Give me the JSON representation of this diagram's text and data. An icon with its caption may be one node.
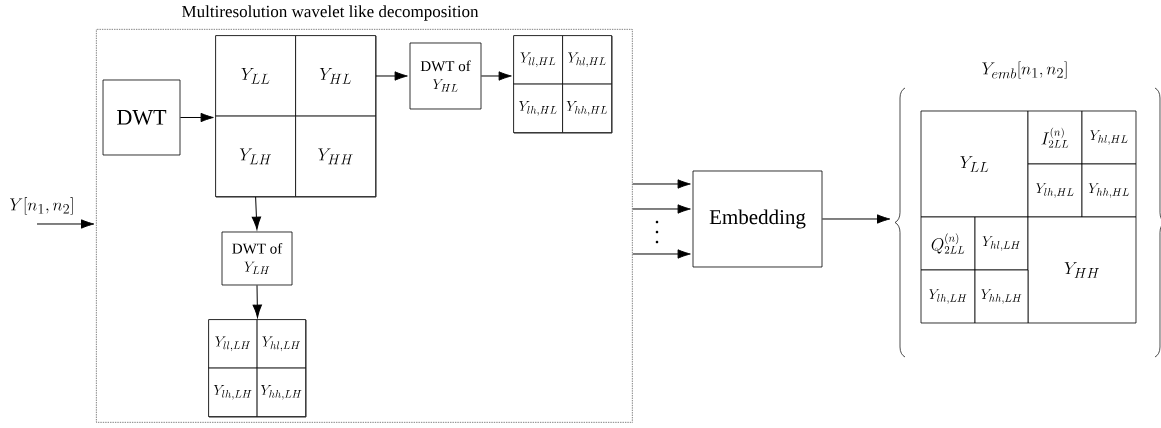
{
  "diagram": {
    "nodes": [
      {
        "text": [
          "Y[n_1,n_2]"
        ]
      },
      {
        "text": [
          "Multiresolution wavelet like decomposition"
        ]
      },
      {
        "text": [
          "DWT"
        ],
        "in": 1
      },
      {
        "text": [],
        "shape": "box",
        "in": 1
      },
      {
        "text": [
          "Y_{LL}"
        ],
        "in": 3
      },
      {
        "text": [
          "Y_{HL}"
        ],
        "in": 3
      },
      {
        "text": [
          "Y_{LH}"
        ],
        "in": 3
      },
      {
        "text": [
          "Y_{HH}"
        ],
        "in": 3
      },
      {
        "text": [
          "DWT of",
          "Y_{HL}"
        ],
        "in": 1
      },
      {
        "text": [],
        "shape": "box",
        "in": 1
      },
      {
        "text": [
          "Y_{ll,HL}"
        ],
        "in": 9
      },
      {
        "text": [
          "Y_{hl,HL}"
        ],
        "in": 9
      },
      {
        "text": [
          "Y_{lh,HL}"
        ],
        "in": 9
      },
      {
        "text": [
          "Y_{hh,HL}"
        ],
        "in": 9
      },
      {
        "text": [
          "DWT of",
          "Y_{LH}"
        ],
        "in": 1
      },
      {
        "text": [],
        "shape": "box",
        "in": 1
      },
      {
        "text": [
          "Y_{ll,LH}"
        ],
        "in": 15
      },
      {
        "text": [
          "Y_{hl,LH}"
        ],
        "in": 15
      },
      {
        "text": [
          "Y_{lh,LH}"
        ],
        "in": 15
      },
      {
        "text": [
          "Y_{hh,LH}"
        ],
        "in": 15
      },
      {
        "text": [
          "Embedding"
        ]
      },
      {
        "text": [
          "Y_{emb}[n_1,n_2]"
        ]
      },
      {
        "text": [
          "Y_{LL}"
        ],
        "in": 21
      },
      {
        "text": [
          "I_{2LL}^{(n)}"
        ],
        "in": 21
      },
      {
        "text": [
          "Y_{hl,HL}"
        ],
        "in": 21
      },
      {
        "text": [
          "Y_{lh,HL}"
        ],
        "in": 21
      },
      {
        "text": [
          "Y_{hh,HL}"
        ],
        "in": 21
      },
      {
        "text": [
          "Q_{2LL}^{(n)}"
        ],
        "in": 21
      },
      {
        "text": [
          "Y_{hl,LH}"
        ],
        "in": 21
      },
      {
        "text": [
          "Y_{HH}"
        ],
        "in": 21
      },
      {
        "text": [
          "Y_{lh,LH}"
        ],
        "in": 21
      },
      {
        "text": [
          "Y_{hh,LH}"
        ],
        "in": 21
      }
    ],
    "edges": [
      {
        "from": 0,
        "to": 1,
        "arrow": "to"
      },
      {
        "from": 2,
        "to": 3,
        "arrow": "to"
      },
      {
        "from": 5,
        "to": 8,
        "arrow": "to"
      },
      {
        "from": 8,
        "to": 9,
        "arrow": "to"
      },
      {
        "from": 6,
        "to": 14,
        "arrow": "to"
      },
      {
        "from": 14,
        "to": 15,
        "arrow": "to"
      },
      {
        "from": 1,
        "to": 20,
        "arrow": "to"
      },
      {
        "from": 1,
        "to": 20,
        "arrow": "to"
      },
      {
        "from": 1,
        "to": 20,
        "arrow": "to"
      },
      {
        "from": 20,
        "to": 21,
        "arrow": "to"
      }
    ]
  }
}
